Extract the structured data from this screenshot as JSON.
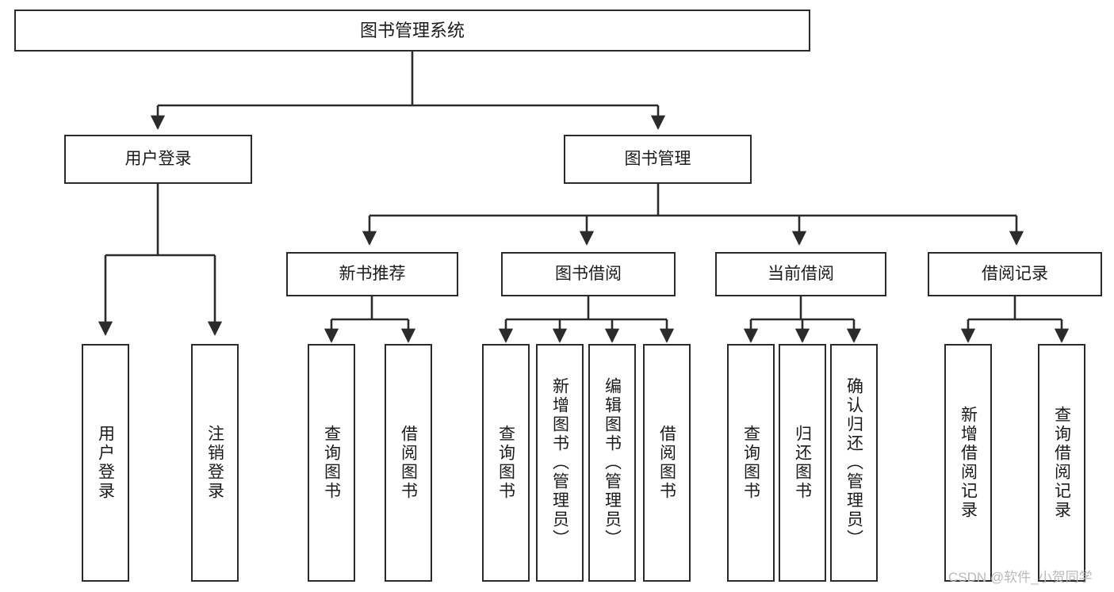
{
  "diagram": {
    "type": "hierarchy-tree",
    "title": "图书管理系统",
    "stroke_color": "#2b2b2b",
    "fill_color": "#ffffff",
    "text_color": "#1b1b1b"
  },
  "nodes": {
    "root": {
      "label": "图书管理系统"
    },
    "level2": [
      {
        "label": "用户登录"
      },
      {
        "label": "图书管理"
      }
    ],
    "level3": [
      {
        "label": "新书推荐"
      },
      {
        "label": "图书借阅"
      },
      {
        "label": "当前借阅"
      },
      {
        "label": "借阅记录"
      }
    ],
    "leaves_user_login": [
      {
        "label": "用户登录"
      },
      {
        "label": "注销登录"
      }
    ],
    "leaves_new_book": [
      {
        "label": "查询图书"
      },
      {
        "label": "借阅图书"
      }
    ],
    "leaves_borrow": [
      {
        "label": "查询图书"
      },
      {
        "label": "新增图书（管理员）"
      },
      {
        "label": "编辑图书（管理员）"
      },
      {
        "label": "借阅图书"
      }
    ],
    "leaves_current": [
      {
        "label": "查询图书"
      },
      {
        "label": "归还图书"
      },
      {
        "label": "确认归还（管理员）"
      }
    ],
    "leaves_records": [
      {
        "label": "新增借阅记录"
      },
      {
        "label": "查询借阅记录"
      }
    ]
  },
  "watermark": {
    "text": "CSDN @软件_小贺同学"
  }
}
